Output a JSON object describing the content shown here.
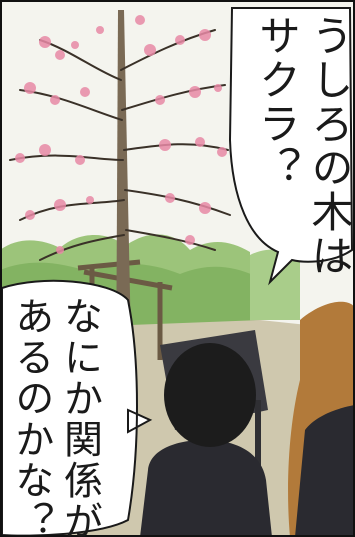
{
  "panel": {
    "speech_right": {
      "lines": [
        "うしろの木は",
        "サクラ？"
      ]
    },
    "speech_left": {
      "lines": [
        "なにか関係が",
        "あるのかな？"
      ]
    }
  },
  "colors": {
    "sky": "#f4f4ee",
    "blossom": "#e88aa6",
    "foliage": "#8fbf6a",
    "ground": "#c9c2a8",
    "hair_dark": "#1c1c1c",
    "hair_brown": "#b27a3a",
    "uniform": "#2a2a30",
    "sign": "#3a3a40"
  }
}
